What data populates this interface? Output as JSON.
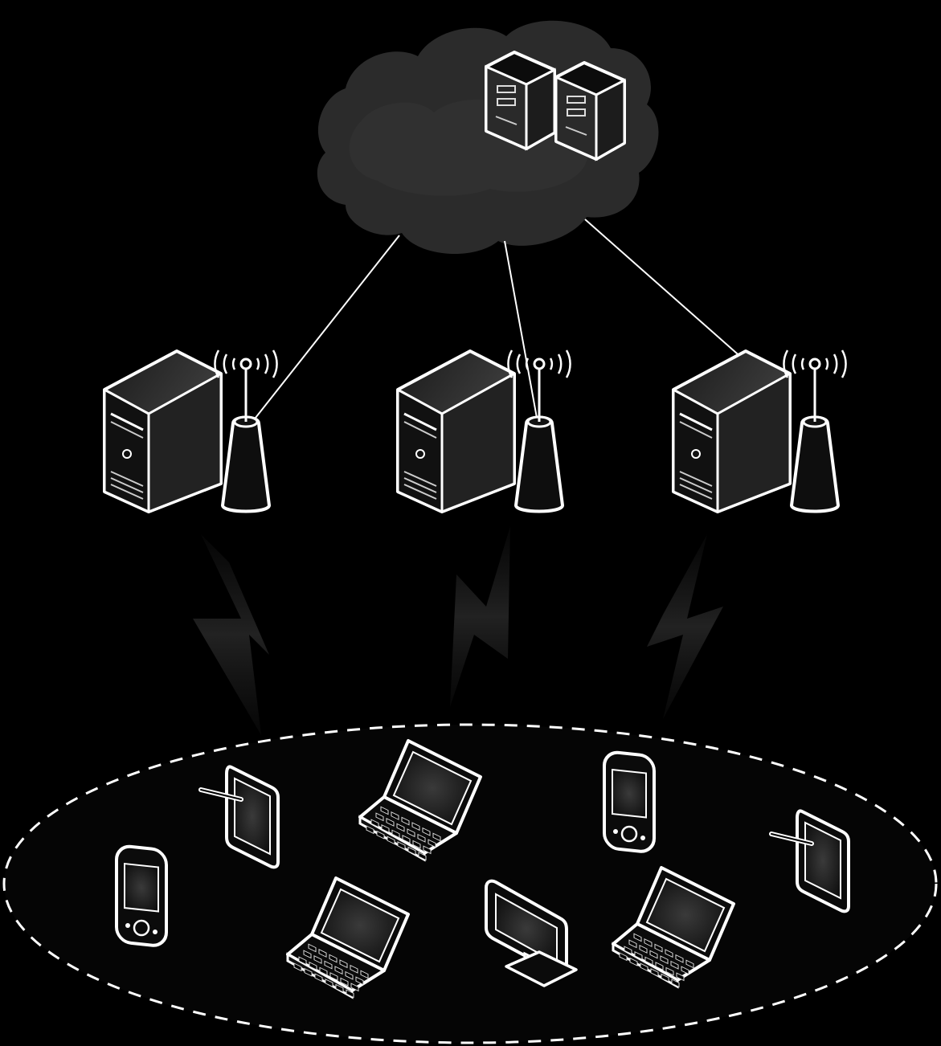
{
  "diagram": {
    "background": "#000000",
    "stroke": "#ffffff",
    "cloud": {
      "fill": "#2b2b2b",
      "icon": "cloud-icon",
      "contents": [
        "server-rack-icon",
        "server-rack-icon"
      ]
    },
    "edge_nodes": [
      {
        "icon": "tower-server-icon",
        "antenna": "wireless-antenna-icon"
      },
      {
        "icon": "tower-server-icon",
        "antenna": "wireless-antenna-icon"
      },
      {
        "icon": "tower-server-icon",
        "antenna": "wireless-antenna-icon"
      }
    ],
    "links": [
      "cloud-to-edge-1",
      "cloud-to-edge-2",
      "cloud-to-edge-3"
    ],
    "wireless_signals": [
      "lightning-bolt-icon",
      "lightning-bolt-icon",
      "lightning-bolt-icon"
    ],
    "device_zone": {
      "border": "dashed",
      "fill": "#050505"
    },
    "devices": [
      {
        "type": "pda",
        "icon": "pda-icon"
      },
      {
        "type": "tablet",
        "icon": "tablet-with-stylus-icon"
      },
      {
        "type": "laptop",
        "icon": "laptop-icon"
      },
      {
        "type": "pda",
        "icon": "pda-icon"
      },
      {
        "type": "tablet",
        "icon": "tablet-with-stylus-icon"
      },
      {
        "type": "laptop",
        "icon": "laptop-icon"
      },
      {
        "type": "monitor",
        "icon": "monitor-icon"
      },
      {
        "type": "laptop",
        "icon": "laptop-icon"
      }
    ]
  }
}
